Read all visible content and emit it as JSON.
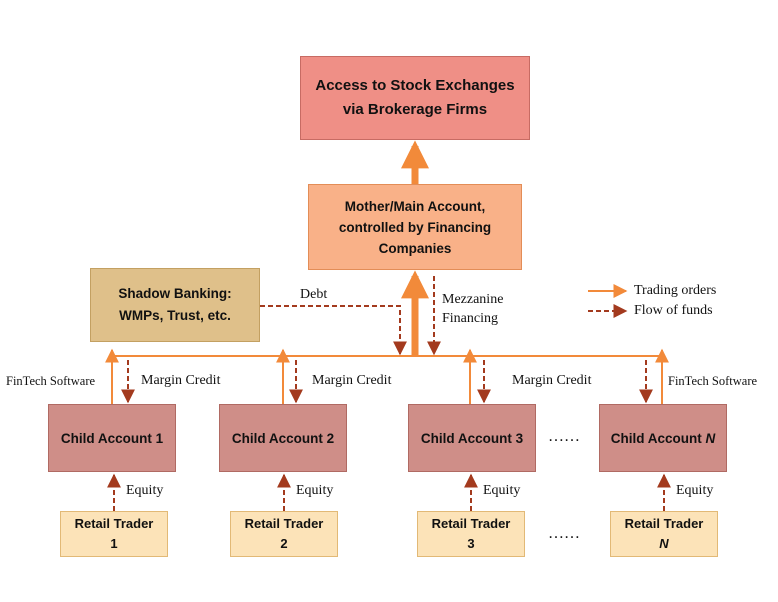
{
  "nodes": {
    "exchange": {
      "line1": "Access to Stock Exchanges",
      "line2": "via Brokerage Firms"
    },
    "mother": {
      "line1": "Mother/Main Account,",
      "line2": "controlled by Financing",
      "line3": "Companies"
    },
    "shadow": {
      "line1": "Shadow Banking:",
      "line2": "WMPs, Trust, etc."
    },
    "children": [
      {
        "label": "Child Account 1"
      },
      {
        "label": "Child Account 2"
      },
      {
        "label": "Child Account 3"
      },
      {
        "label": "Child Account ",
        "suffix": "N"
      }
    ],
    "traders": [
      {
        "line1": "Retail Trader",
        "line2": "1"
      },
      {
        "line1": "Retail Trader",
        "line2": "2"
      },
      {
        "line1": "Retail Trader",
        "line2": "3"
      },
      {
        "line1": "Retail Trader",
        "line2": "N"
      }
    ]
  },
  "edge_labels": {
    "debt": "Debt",
    "mezzanine_line1": "Mezzanine",
    "mezzanine_line2": "Financing",
    "fintech_left": "FinTech Software",
    "fintech_right": "FinTech Software",
    "margin_credit": "Margin Credit",
    "equity": "Equity",
    "ellipsis": "……"
  },
  "legend": {
    "trading_orders": "Trading orders",
    "flow_of_funds": "Flow of funds"
  },
  "colors": {
    "trading_orders": "#f28a3a",
    "flow_of_funds": "#a33a1e"
  }
}
